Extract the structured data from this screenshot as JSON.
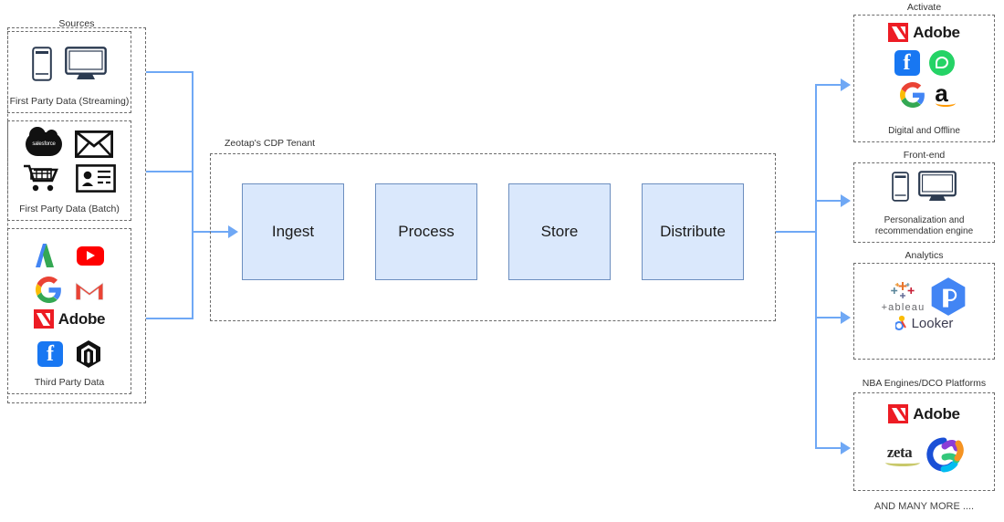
{
  "diagram": {
    "title": "Zeotap CDP data flow",
    "accent_blue": "#6fa8f5",
    "stage_fill": "#dae8fc",
    "stage_border": "#6c8ebf"
  },
  "sources": {
    "caption": "Sources",
    "groups": [
      {
        "label": "First Party Data (Streaming)",
        "icons": [
          "mobile-phone-icon",
          "desktop-monitor-icon"
        ]
      },
      {
        "label": "First Party Data (Batch)",
        "icons": [
          "salesforce-cloud-icon",
          "envelope-icon",
          "shopping-cart-icon",
          "crm-contact-card-icon"
        ]
      },
      {
        "label": "Third Party Data",
        "icons": [
          "google-analytics-icon",
          "youtube-icon",
          "google-icon",
          "gmail-icon",
          "adobe-icon",
          "facebook-icon",
          "magento-icon"
        ]
      }
    ]
  },
  "tenant": {
    "caption": "Zeotap's CDP Tenant",
    "stages": [
      {
        "label": "Ingest"
      },
      {
        "label": "Process"
      },
      {
        "label": "Store"
      },
      {
        "label": "Distribute"
      }
    ]
  },
  "outputs": {
    "panels": [
      {
        "caption": "Activate",
        "sublabel": "Digital and Offline",
        "logos": [
          "adobe-icon",
          "facebook-icon",
          "whatsapp-icon",
          "google-icon",
          "amazon-icon"
        ]
      },
      {
        "caption": "Front-end",
        "sublabel": "Personalization and recommendation engine",
        "logos": [
          "mobile-phone-icon",
          "desktop-monitor-icon"
        ]
      },
      {
        "caption": "Analytics",
        "sublabel": "",
        "logos": [
          "tableau-icon",
          "google-data-studio-icon",
          "looker-icon"
        ]
      },
      {
        "caption": "NBA Engines/DCO Platforms",
        "sublabel": "",
        "logos": [
          "adobe-icon",
          "zeta-icon",
          "swirl-platform-icon"
        ]
      }
    ],
    "footer": "AND MANY MORE ...."
  },
  "brands": {
    "adobe": "Adobe",
    "amazon": "a",
    "salesforce": "salesforce",
    "tableau": "+ableau",
    "looker": "Looker",
    "zeta": "zeta"
  }
}
